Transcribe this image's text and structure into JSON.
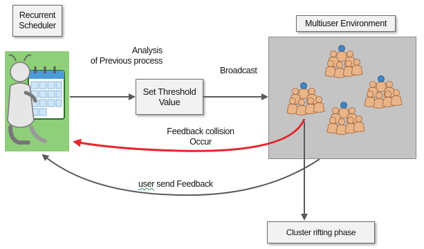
{
  "nodes": {
    "scheduler_label": "Recurrent\nScheduler",
    "threshold_box": "Set Threshold\nValue",
    "env_title": "Multiuser Environment",
    "cluster_box": "Cluster rifting phase"
  },
  "edges": {
    "analysis": "Analysis\nof Previous process",
    "broadcast": "Broadcast",
    "collision": "Feedback collision\nOccur",
    "send_feedback_prefix": "user",
    "send_feedback_rest": " send Feedback"
  },
  "colors": {
    "scheduler_bg": "#8fcf7a",
    "environment_bg": "#c4c4c4",
    "collision_arrow": "#e8242c",
    "arrow": "#595959",
    "person_fill": "#e9b488",
    "person_accent": "#3f86c6"
  },
  "icons": {
    "scheduler": "calendar-person-icon",
    "users": "user-group-icon"
  }
}
